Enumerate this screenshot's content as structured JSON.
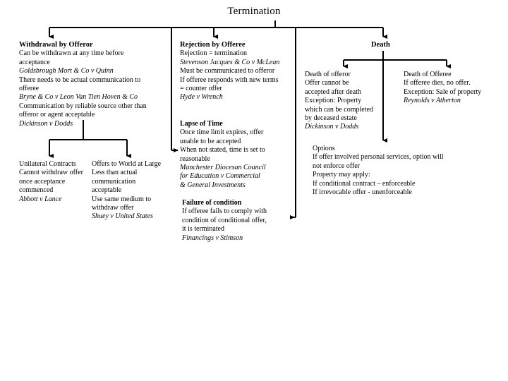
{
  "title": "Termination",
  "branches": {
    "withdrawal": {
      "heading": "Withdrawal by Offeror",
      "lines": [
        {
          "text": "Can be withdrawn at any time before",
          "italic": false
        },
        {
          "text": "acceptance",
          "italic": false
        },
        {
          "text": "Goldsbrough Mort & Co v Quinn",
          "italic": true
        },
        {
          "text": "There needs to be actual communication to",
          "italic": false
        },
        {
          "text": "offeree",
          "italic": false
        },
        {
          "text": "Bryne & Co v Leon Van Tien Hoven & Co",
          "italic": true
        },
        {
          "text": "Communication by reliable source other than",
          "italic": false
        },
        {
          "text": "offeror or agent acceptable",
          "italic": false
        },
        {
          "text": "Dickinson v Dodds",
          "italic": true
        }
      ]
    },
    "unilateral": {
      "heading": "Unilateral Contracts",
      "lines": [
        {
          "text": "Cannot withdraw offer",
          "italic": false
        },
        {
          "text": "once acceptance",
          "italic": false
        },
        {
          "text": "commenced",
          "italic": false
        },
        {
          "text": "Abbott v Lance",
          "italic": true
        }
      ]
    },
    "world_at_large": {
      "heading": "Offers to World at Large",
      "lines": [
        {
          "text": "Less than actual",
          "italic": false
        },
        {
          "text": "communication",
          "italic": false
        },
        {
          "text": "acceptable",
          "italic": false
        },
        {
          "text": "Use same medium to",
          "italic": false
        },
        {
          "text": "withdraw offer",
          "italic": false
        },
        {
          "text": "Shuey v United States",
          "italic": true
        }
      ]
    },
    "rejection": {
      "heading": "Rejection by Offeree",
      "lines": [
        {
          "text": "Rejection = termination",
          "italic": false
        },
        {
          "text": "Stevenson Jacques & Co v McLean",
          "italic": true
        },
        {
          "text": "Must be communicated to offeror",
          "italic": false
        },
        {
          "text": "If offeree responds with new terms",
          "italic": false
        },
        {
          "text": "= counter offer",
          "italic": false
        },
        {
          "text": "Hyde v Wrench",
          "italic": true
        }
      ]
    },
    "lapse": {
      "heading": "Lapse of Time",
      "lines": [
        {
          "text": "Once time limit expires, offer",
          "italic": false
        },
        {
          "text": "unable to be accepted",
          "italic": false
        },
        {
          "text": "When not stated, time is set to",
          "italic": false
        },
        {
          "text": "reasonable",
          "italic": false
        },
        {
          "text": "Manchester Diocesan Council",
          "italic": true
        },
        {
          "text": "for Education v Commercial",
          "italic": true
        },
        {
          "text": "& General Investments",
          "italic": true
        }
      ]
    },
    "failure": {
      "heading": "Failure of condition",
      "lines": [
        {
          "text": "If offeree fails to comply with",
          "italic": false
        },
        {
          "text": "condition of conditional offer,",
          "italic": false
        },
        {
          "text": "it is terminated",
          "italic": false
        },
        {
          "text": "Financings v Stimson",
          "italic": true
        }
      ]
    },
    "death": {
      "heading": "Death"
    },
    "death_offeror": {
      "lines": [
        {
          "text": "Death of offeror",
          "italic": false
        },
        {
          "text": "Offer cannot be",
          "italic": false
        },
        {
          "text": "accepted after death",
          "italic": false
        },
        {
          "text": "Exception: Property",
          "italic": false
        },
        {
          "text": "which can be completed",
          "italic": false
        },
        {
          "text": "by deceased estate",
          "italic": false
        },
        {
          "text": "Dickinson v Dodds",
          "italic": true
        }
      ]
    },
    "death_offeree": {
      "lines": [
        {
          "text": "Death of Offeree",
          "italic": false
        },
        {
          "text": "If offeree dies, no offer.",
          "italic": false
        },
        {
          "text": "Exception: Sale of property",
          "italic": false
        },
        {
          "text": "Reynolds v Atherton",
          "italic": true
        }
      ]
    },
    "options": {
      "lines": [
        {
          "text": "Options",
          "italic": false
        },
        {
          "text": "If offer involved personal services, option will",
          "italic": false
        },
        {
          "text": "not enforce offer",
          "italic": false
        },
        {
          "text": "Property may apply:",
          "italic": false
        },
        {
          "text": "If conditional contract – enforceable",
          "italic": false
        },
        {
          "text": "If irrevocable offer - unenforceable",
          "italic": false
        }
      ]
    }
  },
  "style": {
    "line_color": "#000000",
    "background": "#ffffff"
  }
}
